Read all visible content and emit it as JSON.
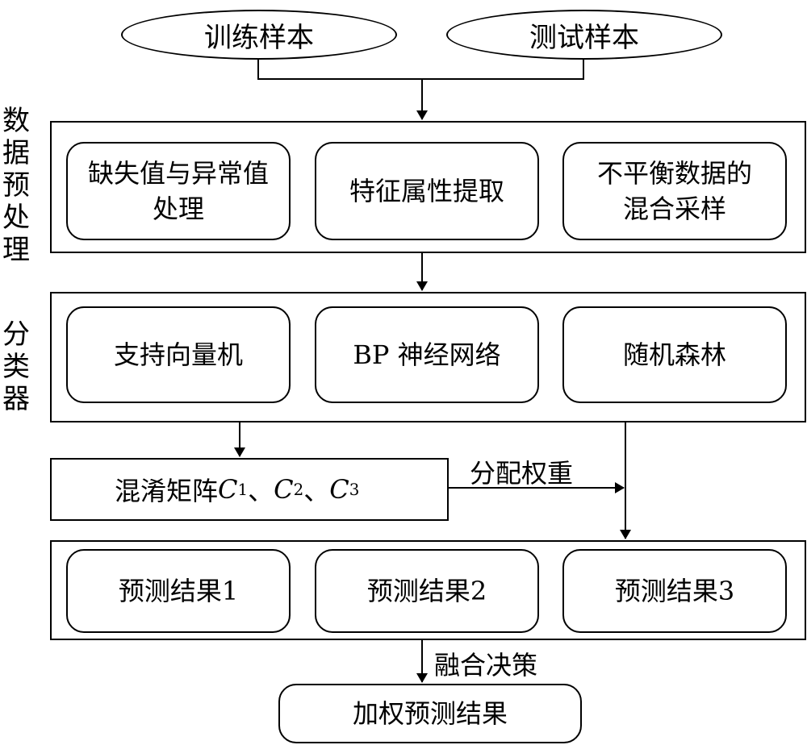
{
  "inputs": {
    "train": "训练样本",
    "test": "测试样本"
  },
  "preprocess": {
    "label_chars": [
      "数",
      "据",
      "预",
      "处",
      "理"
    ],
    "missing_values": [
      "缺失值与异常值",
      "处理"
    ],
    "feature_extraction": "特征属性提取",
    "mixed_sampling": [
      "不平衡数据的",
      "混合采样"
    ]
  },
  "classifier": {
    "label_chars": [
      "分",
      "类",
      "器"
    ],
    "svm": "支持向量机",
    "bp": "BP 神经网络",
    "rf": "随机森林"
  },
  "confusion": {
    "text": "混淆矩阵",
    "c1": "C",
    "s1": "1",
    "sep1": "、",
    "c2": "C",
    "s2": "2",
    "sep2": "、",
    "c3": "C",
    "s3": "3"
  },
  "assign_weight": "分配权重",
  "results": {
    "r1": "预测结果1",
    "r2": "预测结果2",
    "r3": "预测结果3"
  },
  "fusion": "融合决策",
  "final": "加权预测结果"
}
